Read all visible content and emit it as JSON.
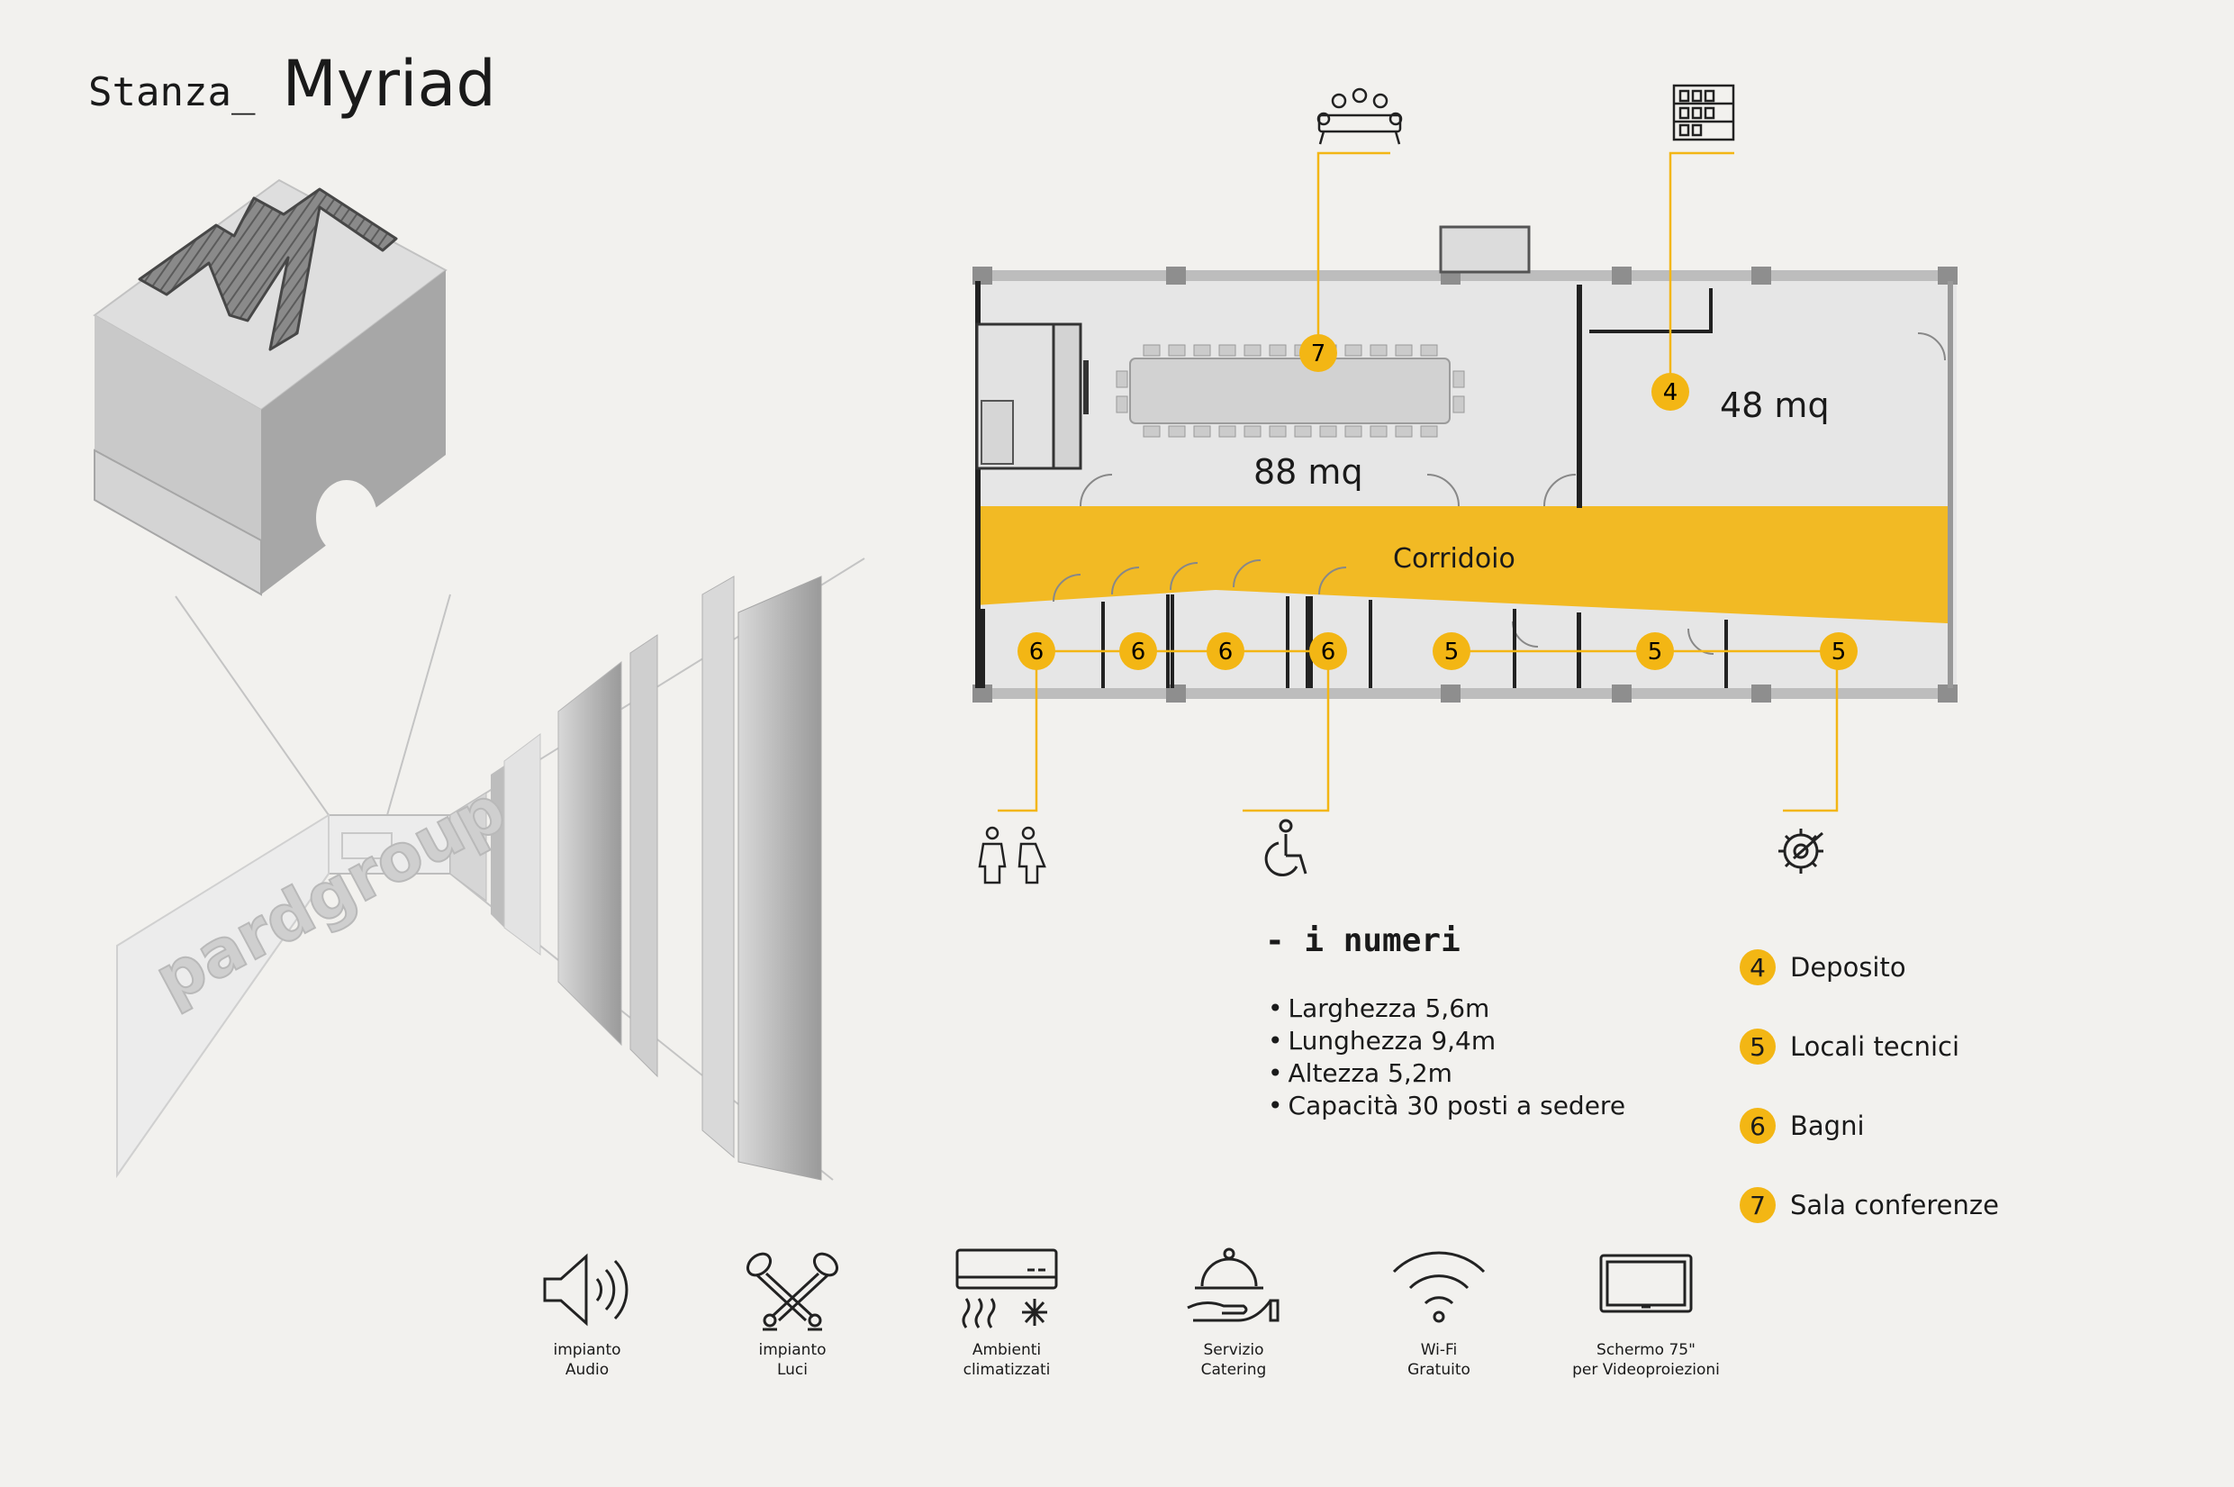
{
  "header": {
    "prefix": "Stanza_",
    "room_name": "Myriad"
  },
  "plan": {
    "areas": [
      {
        "value": "88 mq"
      },
      {
        "value": "48 mq"
      }
    ],
    "corridor": "Corridoio",
    "markers": [
      "7",
      "4",
      "6",
      "6",
      "6",
      "6",
      "5",
      "5",
      "5"
    ],
    "accent_color": "#f3b614"
  },
  "numeri": {
    "title": "- i numeri",
    "items": [
      "Larghezza 5,6m",
      "Lunghezza 9,4m",
      "Altezza 5,2m",
      "Capacità 30 posti a sedere"
    ]
  },
  "legend": [
    {
      "num": "4",
      "label": "Deposito"
    },
    {
      "num": "5",
      "label": "Locali tecnici"
    },
    {
      "num": "6",
      "label": "Bagni"
    },
    {
      "num": "7",
      "label": "Sala conferenze"
    }
  ],
  "amenities": [
    {
      "icon": "speaker-icon",
      "line1": "impianto",
      "line2": "Audio"
    },
    {
      "icon": "spotlights-icon",
      "line1": "impianto",
      "line2": "Luci"
    },
    {
      "icon": "air-conditioner-icon",
      "line1": "Ambienti",
      "line2": "climatizzati"
    },
    {
      "icon": "catering-cloche-icon",
      "line1": "Servizio",
      "line2": "Catering"
    },
    {
      "icon": "wifi-icon",
      "line1": "Wi-Fi",
      "line2": "Gratuito"
    },
    {
      "icon": "monitor-icon",
      "line1": "Schermo 75\"",
      "line2": "per Videoproiezioni"
    }
  ],
  "plan_icons": [
    "conference-table-icon",
    "shelving-icon",
    "restroom-icon",
    "wheelchair-icon",
    "maintenance-gear-icon"
  ],
  "decor": {
    "corridor_sign": "pardgroup"
  }
}
